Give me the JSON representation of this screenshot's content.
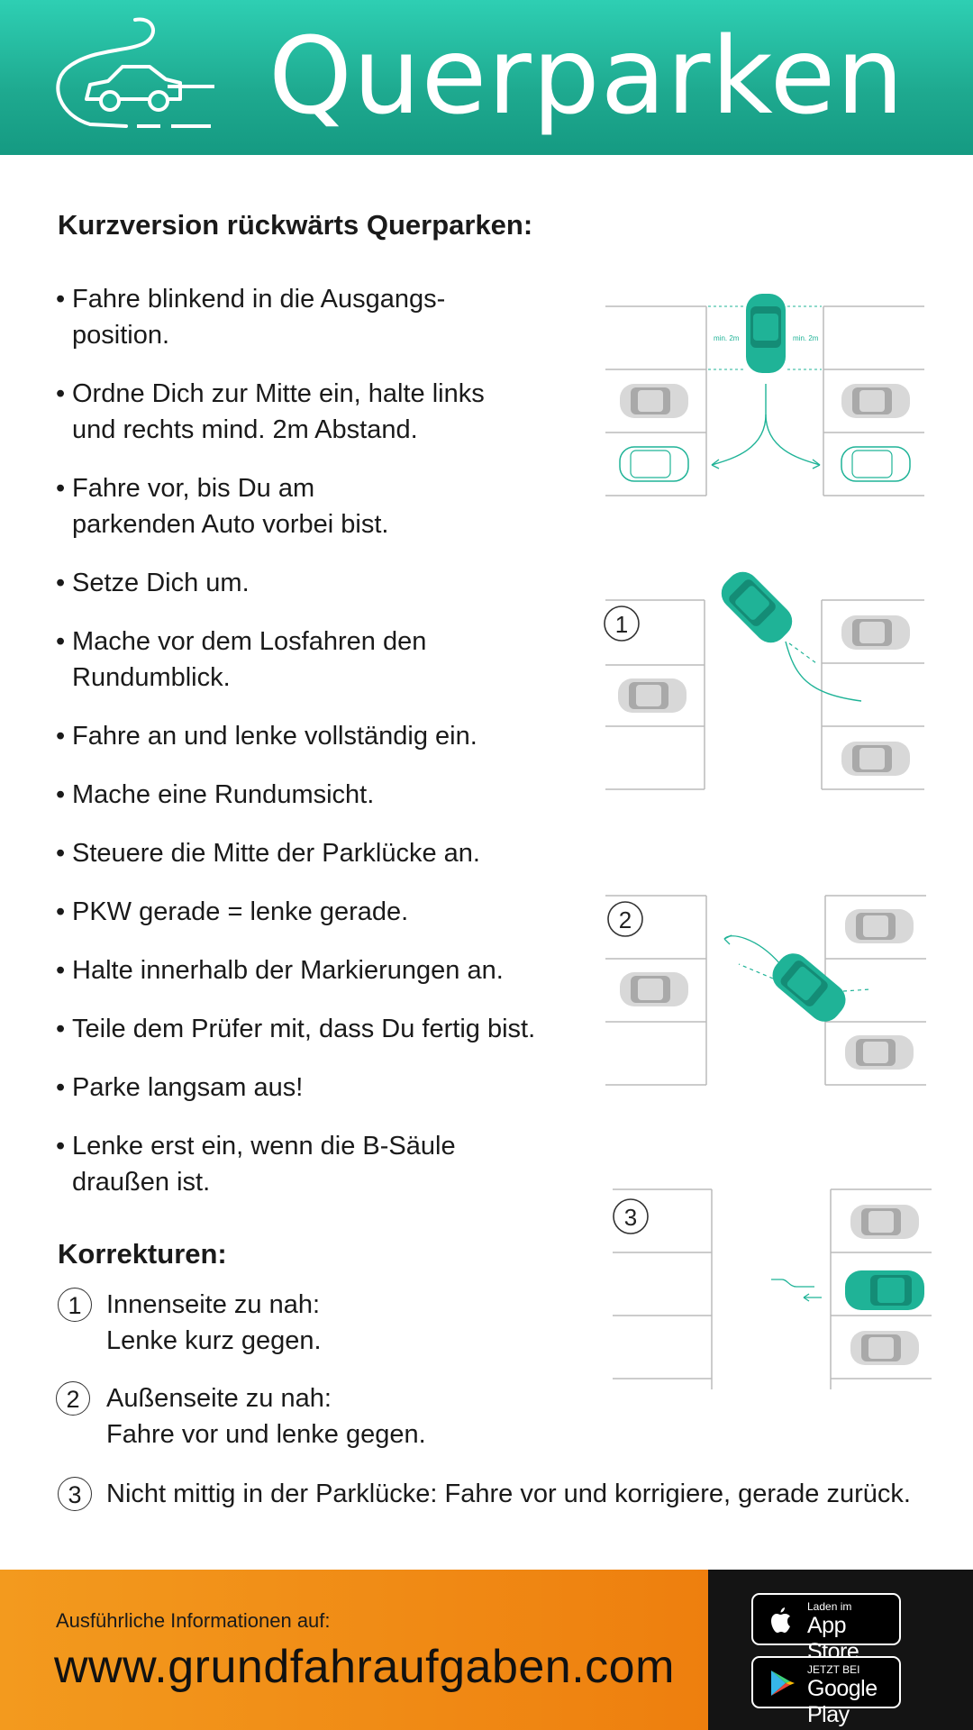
{
  "header": {
    "title": "Querparken"
  },
  "subheading": "Kurzversion rückwärts Querparken:",
  "steps": [
    "Fahre blinkend in die Ausgangs-\nposition.",
    "Ordne Dich zur Mitte ein, halte links\nund rechts mind. 2m Abstand.",
    "Fahre vor, bis Du am\nparkenden Auto vorbei bist.",
    "Setze Dich um.",
    "Mache vor dem Losfahren den\nRundumblick.",
    "Fahre an und lenke vollständig ein.",
    "Mache eine Rundumsicht.",
    "Steuere die Mitte der Parklücke an.",
    "PKW gerade = lenke gerade.",
    "Halte innerhalb der Markierungen an.",
    "Teile dem Prüfer mit, dass Du fertig bist.",
    "Parke langsam aus!",
    "Lenke erst ein, wenn die B-Säule\ndraußen ist."
  ],
  "corrections": {
    "title": "Korrekturen:",
    "items": [
      {
        "num": "1",
        "line1": "Innenseite zu nah:",
        "line2": "Lenke kurz gegen."
      },
      {
        "num": "2",
        "line1": "Außenseite zu nah:",
        "line2": "Fahre vor und lenke gegen."
      },
      {
        "num": "3",
        "line1": "Nicht mittig in der Parklücke: Fahre vor und korrigiere, gerade zurück.",
        "line2": ""
      }
    ]
  },
  "illustrations": {
    "start_label_left": "min. 2m",
    "start_label_right": "min. 2m",
    "numbers": [
      "1",
      "2",
      "3"
    ]
  },
  "footer": {
    "info": "Ausführliche Informationen auf:",
    "url": "www.grundfahraufgaben.com",
    "appstore_small": "Laden im",
    "appstore_big": "App Store",
    "googleplay_small": "JETZT BEI",
    "googleplay_big": "Google Play"
  },
  "colors": {
    "teal": "#1fb397",
    "orange": "#f39a1e",
    "car_gray": "#d6d6d6"
  }
}
